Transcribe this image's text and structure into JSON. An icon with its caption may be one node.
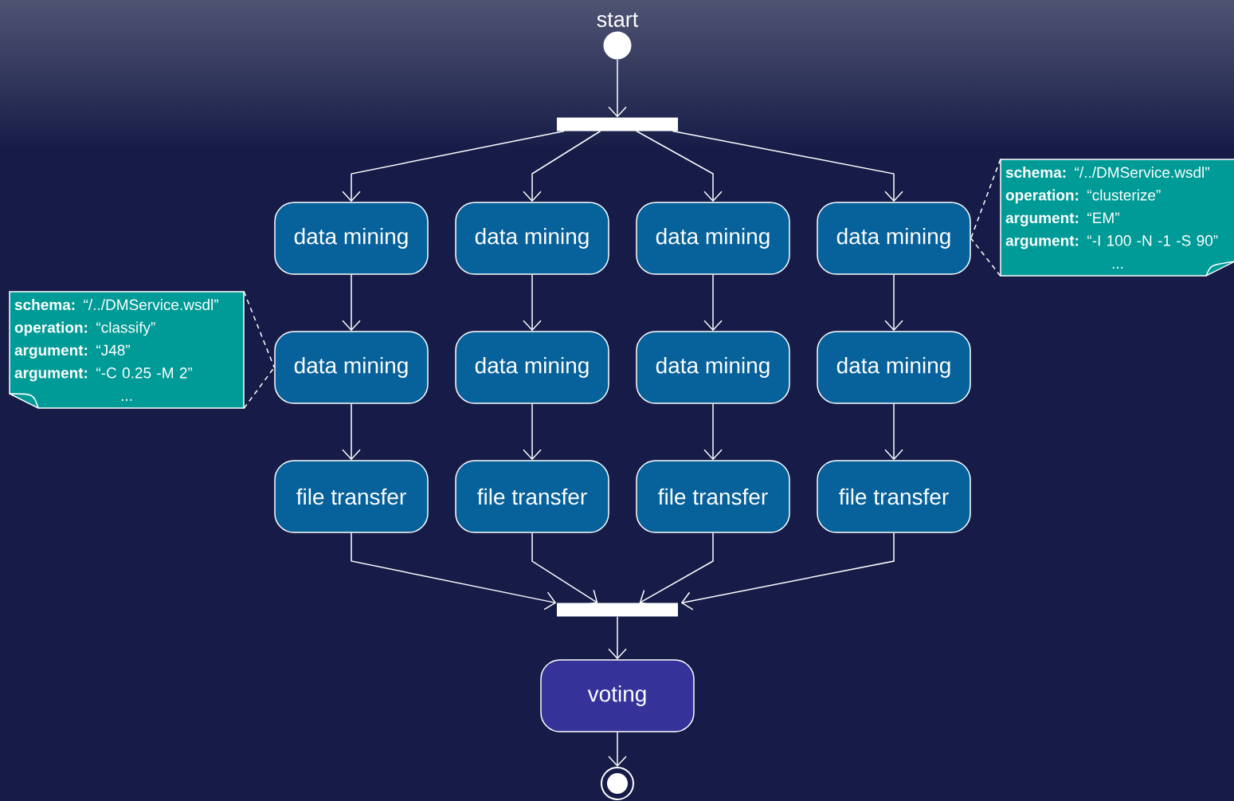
{
  "diagram": {
    "nodes": [
      {
        "text": [],
        "shape": "circle",
        "beside": [
          "start"
        ]
      },
      {
        "text": [],
        "shape": "bar"
      },
      {
        "text": [
          "data mining"
        ]
      },
      {
        "text": [
          "data mining"
        ]
      },
      {
        "text": [
          "data mining"
        ]
      },
      {
        "text": [
          "data mining"
        ]
      },
      {
        "text": [
          "data mining"
        ]
      },
      {
        "text": [
          "data mining"
        ]
      },
      {
        "text": [
          "data mining"
        ]
      },
      {
        "text": [
          "data mining"
        ]
      },
      {
        "text": [
          "file transfer"
        ]
      },
      {
        "text": [
          "file transfer"
        ]
      },
      {
        "text": [
          "file transfer"
        ]
      },
      {
        "text": [
          "file transfer"
        ]
      },
      {
        "text": [],
        "shape": "bar"
      },
      {
        "text": [
          "voting"
        ]
      },
      {
        "text": [],
        "shape": "circle"
      },
      {
        "text": [
          "**schema:** “/../DMService.wsdl”",
          "**operation:** “classify”",
          "**argument:** “J48”",
          "**argument:** “-C 0.25 -M 2”",
          "..."
        ]
      },
      {
        "text": [
          "**schema:** “/../DMService.wsdl”",
          "**operation:** “clusterize”",
          "**argument:** “EM”",
          "**argument:** “-I 100 -N -1 -S 90”",
          "..."
        ]
      }
    ],
    "edges": [
      {
        "from": 0,
        "to": 1,
        "arrow": "to"
      },
      {
        "from": 1,
        "to": 2,
        "arrow": "to"
      },
      {
        "from": 1,
        "to": 3,
        "arrow": "to"
      },
      {
        "from": 1,
        "to": 4,
        "arrow": "to"
      },
      {
        "from": 1,
        "to": 5,
        "arrow": "to"
      },
      {
        "from": 2,
        "to": 6,
        "arrow": "to"
      },
      {
        "from": 3,
        "to": 7,
        "arrow": "to"
      },
      {
        "from": 4,
        "to": 8,
        "arrow": "to"
      },
      {
        "from": 5,
        "to": 9,
        "arrow": "to"
      },
      {
        "from": 6,
        "to": 10,
        "arrow": "to"
      },
      {
        "from": 7,
        "to": 11,
        "arrow": "to"
      },
      {
        "from": 8,
        "to": 12,
        "arrow": "to"
      },
      {
        "from": 9,
        "to": 13,
        "arrow": "to"
      },
      {
        "from": 10,
        "to": 14,
        "arrow": "to"
      },
      {
        "from": 11,
        "to": 14,
        "arrow": "to"
      },
      {
        "from": 12,
        "to": 14,
        "arrow": "to"
      },
      {
        "from": 13,
        "to": 14,
        "arrow": "to"
      },
      {
        "from": 14,
        "to": 15,
        "arrow": "to"
      },
      {
        "from": 15,
        "to": 16,
        "arrow": "to"
      },
      {
        "from": 17,
        "to": 6,
        "arrow": "none",
        "style": "dashed"
      },
      {
        "from": 17,
        "to": 6,
        "arrow": "none",
        "style": "dashed"
      },
      {
        "from": 18,
        "to": 5,
        "arrow": "none",
        "style": "dashed"
      },
      {
        "from": 18,
        "to": 5,
        "arrow": "none",
        "style": "dashed"
      }
    ]
  }
}
